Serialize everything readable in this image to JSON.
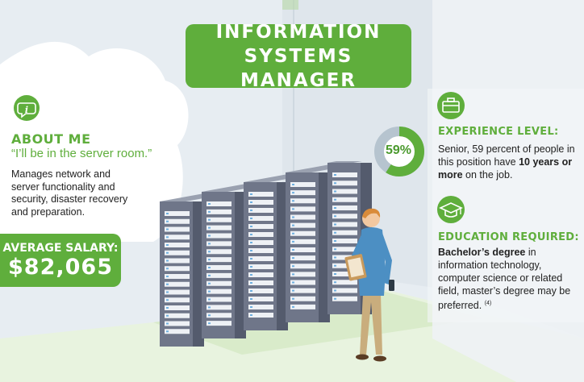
{
  "header": {
    "title_line1": "INFORMATION",
    "title_line2": "SYSTEMS MANAGER"
  },
  "about": {
    "icon": "info-speech-bubble-icon",
    "title": "ABOUT ME",
    "quote": "“I’ll be in the server room.”",
    "description": "Manages network and server functionality and security, disaster recovery and preparation."
  },
  "salary": {
    "label": "AVERAGE SALARY:",
    "value": "$82,065"
  },
  "experience": {
    "icon": "briefcase-icon",
    "title": "EXPERIENCE LEVEL:",
    "percent_label": "59%",
    "percent": 0.59,
    "desc_prefix": "Senior, 59 percent of people in this position have ",
    "desc_bold": "10 years or more",
    "desc_suffix": " on the job."
  },
  "education": {
    "icon": "graduation-cap-icon",
    "title": "EDUCATION REQUIRED:",
    "desc_bold": "Bachelor’s degree",
    "desc_rest": " in information technology, computer science or related field, master’s degree may be preferred.",
    "footnote": "(4)"
  },
  "colors": {
    "accent": "#5fae3c",
    "donut_track": "#b6c4cf",
    "background": "#e9eef3"
  }
}
